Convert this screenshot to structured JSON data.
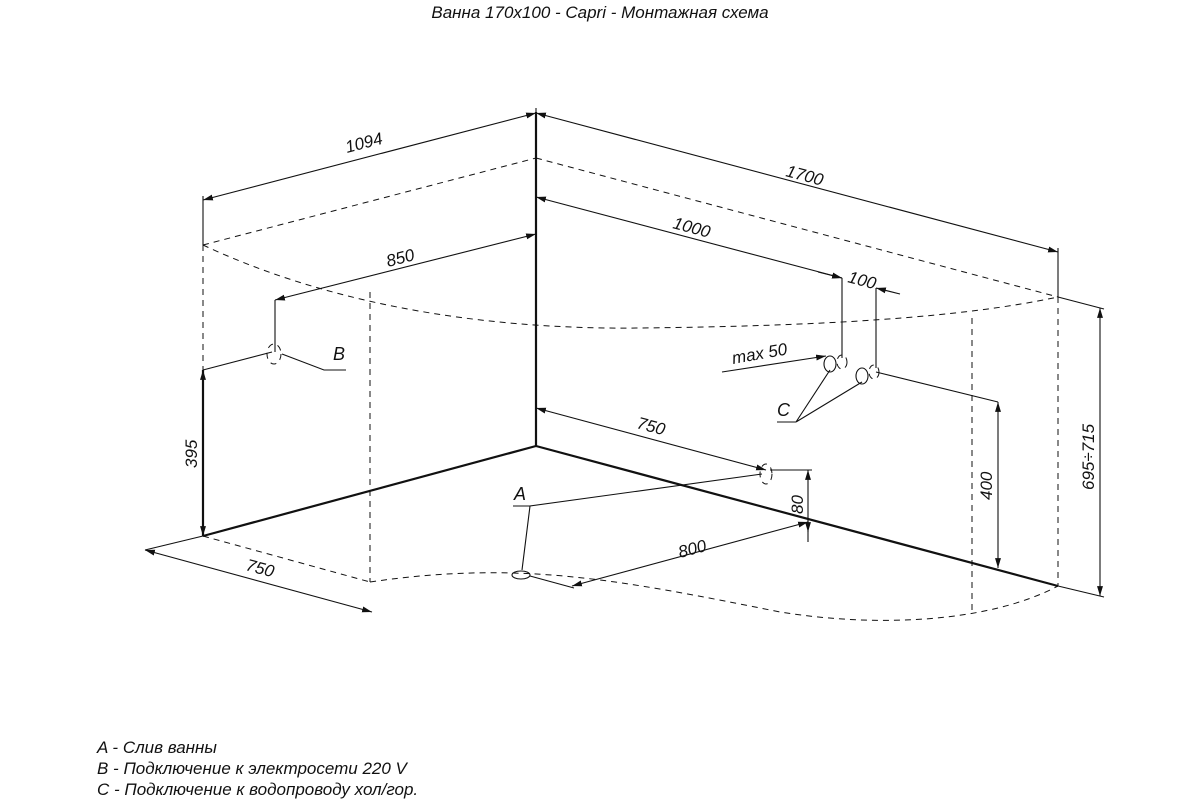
{
  "title": "Ванна 170х100 - Capri - Монтажная схема",
  "dimensions": {
    "d1094": "1094",
    "d1700": "1700",
    "d1000": "1000",
    "d850": "850",
    "d100": "100",
    "max50": "max  50",
    "d750_top": "750",
    "d395": "395",
    "d400": "400",
    "d695": "695÷715",
    "d80": "80",
    "d800": "800",
    "d750_bottom": "750"
  },
  "points": {
    "A": "A",
    "B": "B",
    "C": "C"
  },
  "legend": [
    "A - Слив ванны",
    "B - Подключение к электросети 220 V",
    "C - Подключение к водопроводу хол/гор."
  ]
}
